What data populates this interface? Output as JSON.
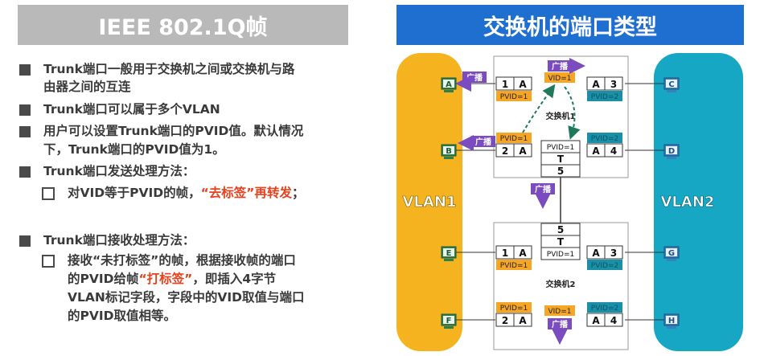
{
  "left_title": "IEEE 802.1Q帧",
  "right_title": "交换机的端口类型",
  "bullets": {
    "b1_l1": "Trunk端口一般用于交换机之间或交换机与路",
    "b1_l2": "由器之间的互连",
    "b2": "Trunk端口可以属于多个VLAN",
    "b3_l1": "用户可以设置Trunk端口的PVID值。默认情况",
    "b3_l2": "下，Trunk端口的PVID值为1。",
    "b4": "Trunk端口发送处理方法：",
    "s1_a": "对VID等于PVID的帧，",
    "s1_b": "“去标签”再转发",
    "s1_c": "；",
    "b5": "Trunk端口接收处理方法：",
    "s2_l1": "接收“未打标签”的帧，根据接收帧的端口",
    "s2_l2a": "的PVID给帧",
    "s2_l2b": "“打标签”",
    "s2_l2c": "，即插入4字节",
    "s2_l3": "VLAN标记字段，字段中的VID取值与端口",
    "s2_l4": "的PVID取值相等。"
  },
  "diagram": {
    "vlan1": "VLAN1",
    "vlan2": "VLAN2",
    "switch1": "交换机1",
    "switch2": "交换机2",
    "broadcast": "广播",
    "vid1": "VID=1",
    "pvid1": "PVID=1",
    "pvid2": "PVID=2",
    "hosts": [
      "A",
      "B",
      "C",
      "D",
      "E",
      "F",
      "G",
      "H"
    ],
    "ports": [
      "1",
      "2",
      "3",
      "4",
      "5"
    ],
    "access": "A",
    "trunk": "T"
  },
  "colors": {
    "left_header_bg": "#b9b9b9",
    "right_header_bg": "#1f6fd1",
    "vlan1": "#f5b320",
    "vlan2": "#15a7c4",
    "pvid1_tag": "#f6a623",
    "pvid2_tag": "#1a8fa8",
    "broadcast_tag": "#7b4bc0",
    "highlight": "#e8401c",
    "arrow_dashed": "#1f7a5a"
  }
}
